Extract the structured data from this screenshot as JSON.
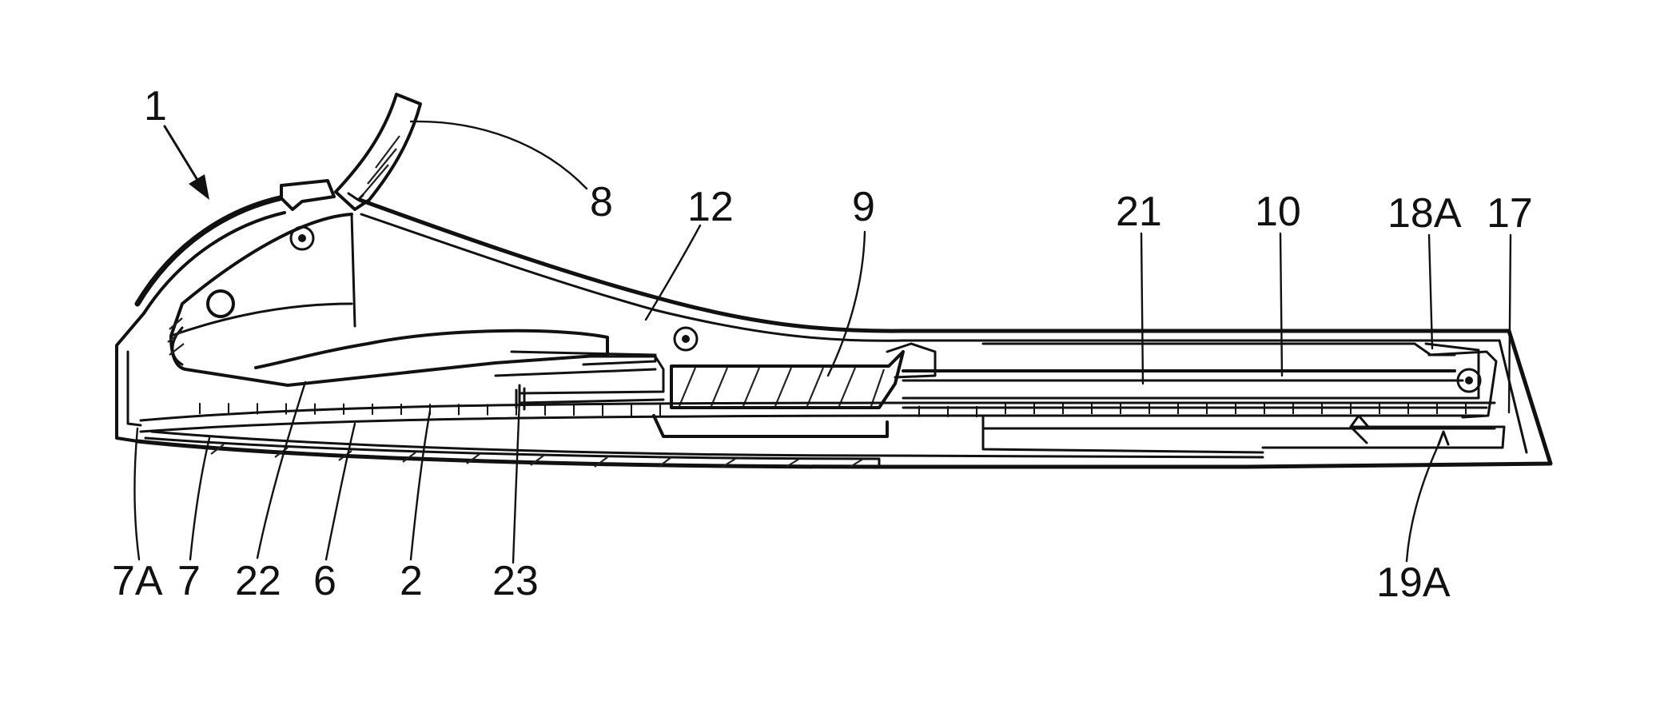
{
  "colors": {
    "ink": "#111111",
    "paper": "#ffffff"
  },
  "labels": {
    "l1": "1",
    "l8": "8",
    "l12": "12",
    "l9": "9",
    "l21": "21",
    "l10": "10",
    "l18A": "18A",
    "l17": "17",
    "l7A": "7A",
    "l7": "7",
    "l22": "22",
    "l6": "6",
    "l2": "2",
    "l23": "23",
    "l19A": "19A"
  }
}
